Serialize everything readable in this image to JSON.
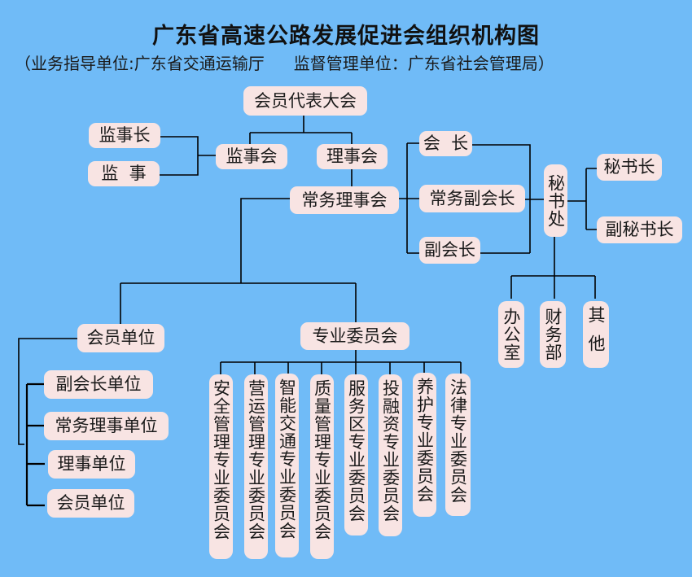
{
  "title": "广东省高速公路发展促进会组织机构图",
  "subtitle": {
    "guidance_unit": "（业务指导单位:广东省交通运输厅",
    "supervision_unit": "监督管理单位：广东省社会管理局）"
  },
  "nodes": {
    "member_congress": "会员代表大会",
    "supervisory_board": "监事会",
    "board": "理事会",
    "chief_supervisor": "监事长",
    "supervisor": "监  事",
    "standing_board": "常务理事会",
    "president": "会  长",
    "exec_vice_president": "常务副会长",
    "vice_president": "副会长",
    "secretariat": "秘书处",
    "secretary_general": "秘书长",
    "deputy_secretary_general": "副秘书长",
    "office": "办公室",
    "finance": "财务部",
    "other": "其他",
    "member_units": "会员单位",
    "member_unit_types": [
      "副会长单位",
      "常务理事单位",
      "理事单位",
      "会员单位"
    ],
    "committees": "专业委员会",
    "committee_list": [
      "安全管理专业委员会",
      "营运管理专业委员会",
      "智能交通专业委员会",
      "质量管理专业委员会",
      "服务区专业委员会",
      "投融资专业委员会",
      "养护专业委员会",
      "法律专业委员会"
    ]
  },
  "colors": {
    "background": "#70bbf7",
    "box": "#f8e4e3",
    "line": "#000000"
  }
}
